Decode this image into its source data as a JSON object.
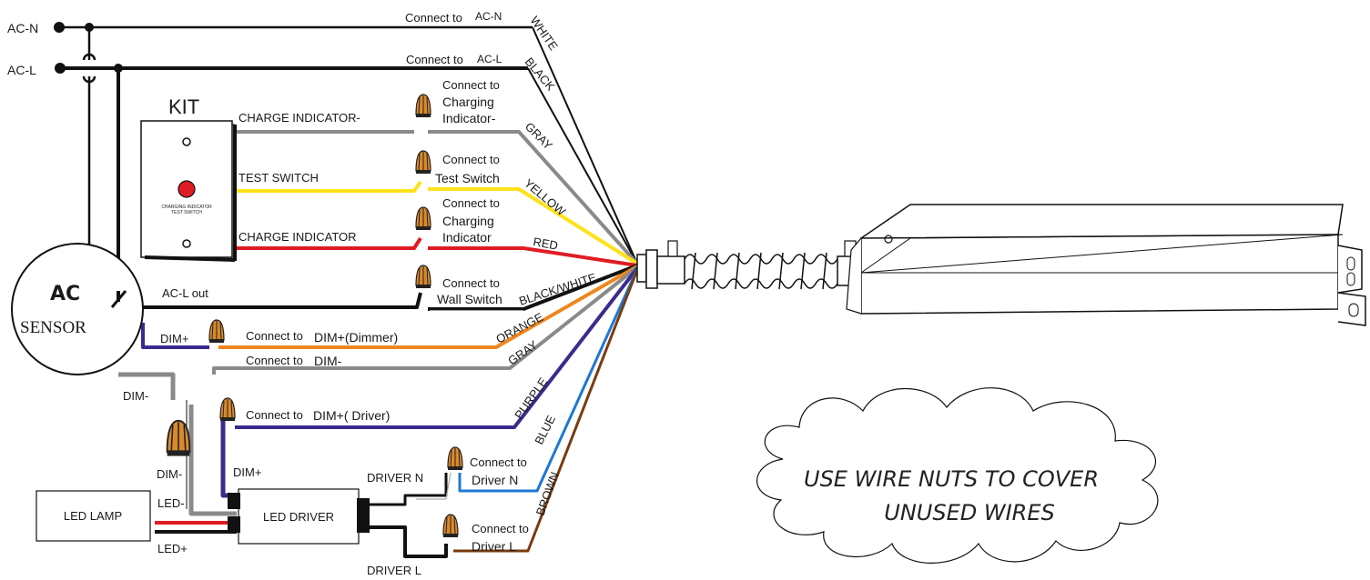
{
  "terminals": {
    "acn": "AC-N",
    "acl": "AC-L"
  },
  "kit": {
    "title": "KIT",
    "plate_line1": "CHARGING INDICATOR",
    "plate_line2": "TEST SWITCH",
    "charge_indicator_neg": "CHARGE INDICATOR-",
    "test_switch": "TEST SWITCH",
    "charge_indicator": "CHARGE INDICATOR"
  },
  "sensor": {
    "line1": "AC",
    "line2": "SENSOR"
  },
  "labels": {
    "ac_l_out": "AC-L out",
    "dim_plus": "DIM+",
    "dim_minus": "DIM-",
    "dim_minus2": "DIM-",
    "dim_plus2": "DIM+",
    "led_minus": "LED-",
    "led_plus": "LED+",
    "driver_n": "DRIVER N",
    "driver_l": "DRIVER L"
  },
  "connections": {
    "ac_n_prefix": "Connect to",
    "ac_n": "AC-N",
    "ac_l_prefix": "Connect to",
    "ac_l": "AC-L",
    "chg_neg_1": "Connect to",
    "chg_neg_2": "Charging",
    "chg_neg_3": "Indicator-",
    "test_1": "Connect to",
    "test_2": "Test Switch",
    "chg_1": "Connect to",
    "chg_2": "Charging",
    "chg_3": "Indicator",
    "wall_1": "Connect to",
    "wall_2": "Wall Switch",
    "dimmer_prefix": "Connect to",
    "dimmer": "DIM+(Dimmer)",
    "dimneg_prefix": "Connect to",
    "dimneg": "DIM-",
    "driver_dim_prefix": "Connect to",
    "driver_dim": "DIM+( Driver)",
    "drv_n_1": "Connect to",
    "drv_n_2": "Driver N",
    "drv_l_1": "Connect to",
    "drv_l_2": "Driver L"
  },
  "wire_colors": {
    "white": "WHITE",
    "black": "BLACK",
    "gray": "GRAY",
    "yellow": "YELLOW",
    "red": "RED",
    "blackwhite": "BLACK/WHITE",
    "orange": "ORANGE",
    "gray2": "GRAY",
    "purple": "PURPLE",
    "blue": "BLUE",
    "brown": "BROWN"
  },
  "boxes": {
    "led_lamp": "LED LAMP",
    "led_driver": "LED DRIVER"
  },
  "note": {
    "line1": "USE WIRE NUTS TO COVER",
    "line2": "UNUSED WIRES"
  },
  "colors": {
    "gray": "#8a8a8a",
    "yellow": "#ffe11a",
    "red": "#e01b24",
    "black": "#111111",
    "orange": "#f0861e",
    "purple": "#3c2a8c",
    "blue": "#1e78d2",
    "brown": "#7a3b12",
    "nut": "#d9892c"
  }
}
